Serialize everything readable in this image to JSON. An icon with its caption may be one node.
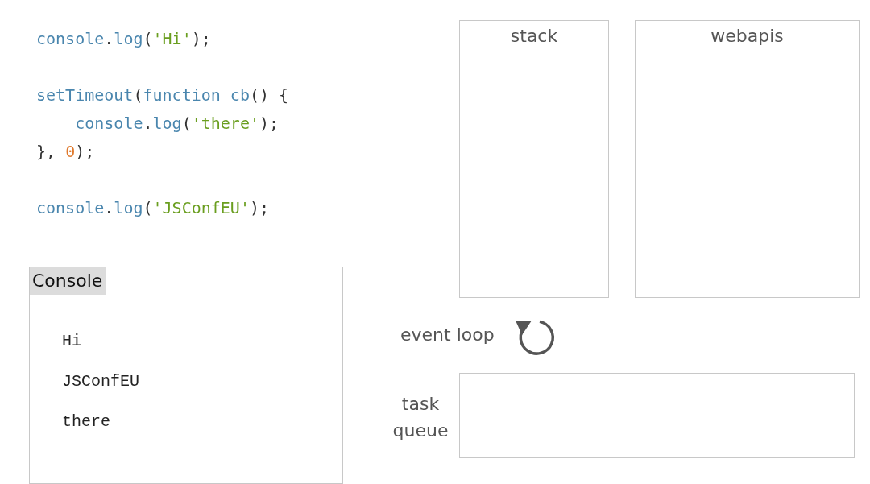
{
  "diagram": {
    "nodes": [
      {
        "text": [
          "stack"
        ]
      },
      {
        "text": [
          "webapis"
        ]
      },
      {
        "text": [
          "Console",
          "Hi",
          "JSConfEU",
          "there"
        ]
      },
      {
        "text": [
          "task queue"
        ]
      }
    ],
    "labels": [
      "console.log('Hi');",
      "setTimeout(function cb() {",
      "    console.log('there');",
      "}, 0);",
      "console.log('JSConfEU');",
      "event loop"
    ]
  }
}
